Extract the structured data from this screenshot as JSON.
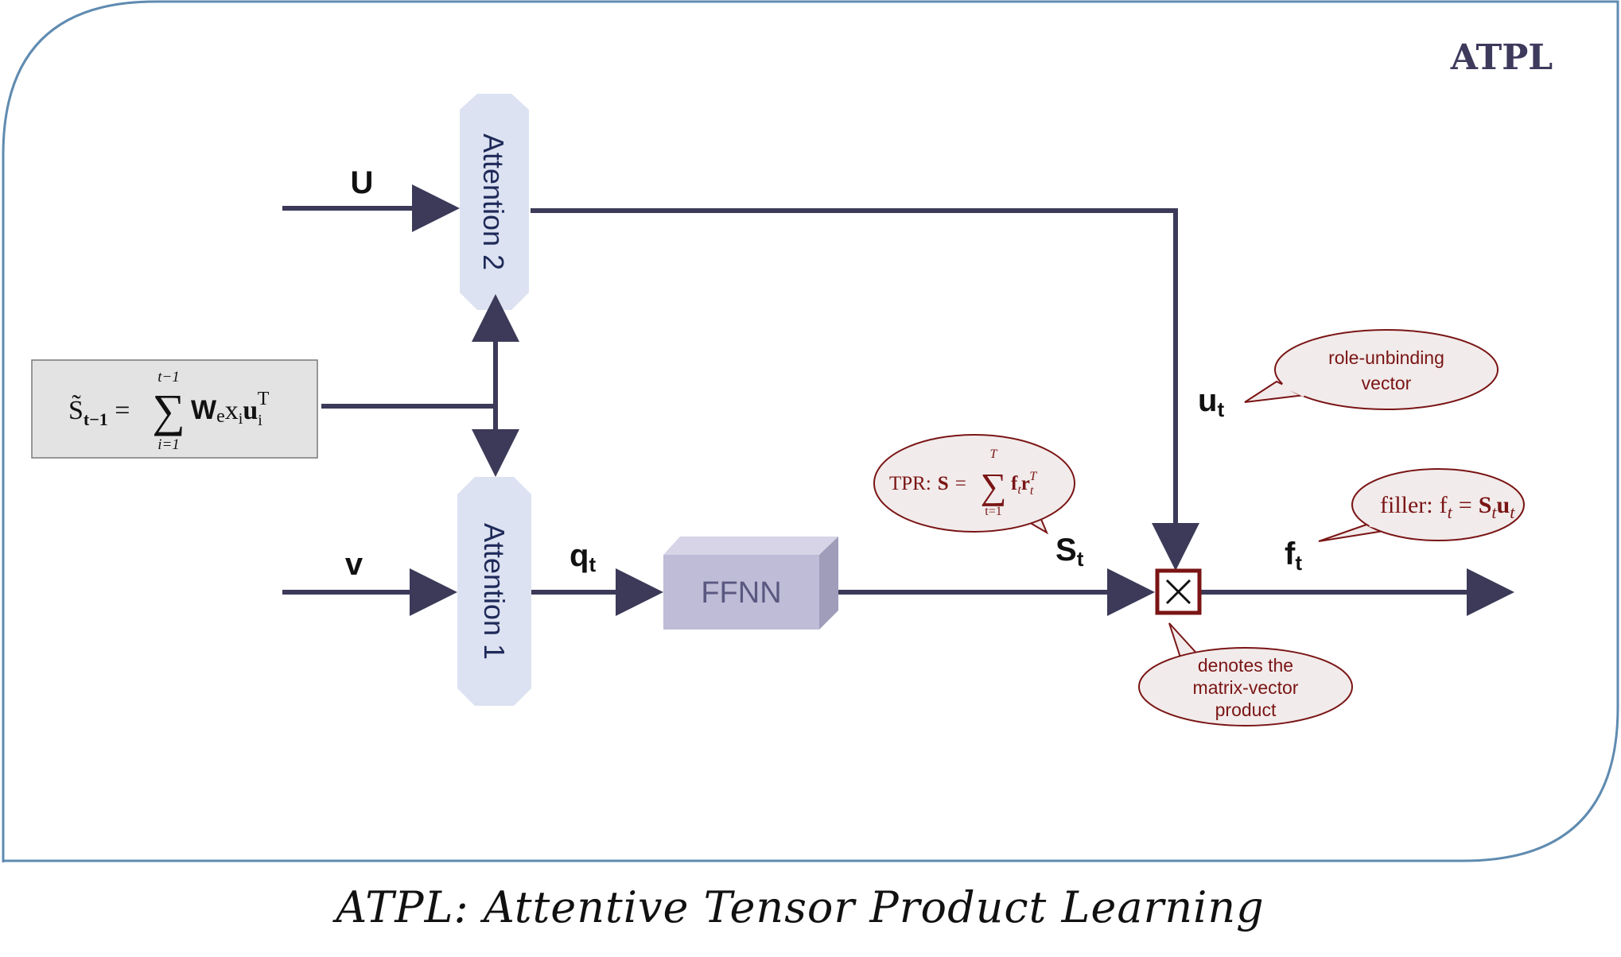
{
  "corner_title": "ATPL",
  "caption": "ATPL: Attentive Tensor Product Learning",
  "nodes": {
    "attention2": "Attention 2",
    "attention1": "Attention 1",
    "ffnn": "FFNN"
  },
  "inputs": {
    "U": "U",
    "v": "v"
  },
  "signals": {
    "q_main": "q",
    "q_sub": "t",
    "u_main": "u",
    "u_sub": "t",
    "S_main": "S",
    "S_sub": "t",
    "f_main": "f",
    "f_sub": "t"
  },
  "state_formula": {
    "lhs": "S̃",
    "lhs_sub": "t−1",
    "eq": "=",
    "sum_top": "t−1",
    "sum_bottom": "i=1",
    "w": "W",
    "w_sub": "e",
    "x": "x",
    "x_sub": "i",
    "u": "u",
    "u_sub": "i",
    "u_sup": "T"
  },
  "callouts": {
    "role_line1": "role-unbinding",
    "role_line2": "vector",
    "product_line1": "denotes the",
    "product_line2": "matrix-vector",
    "product_line3": "product",
    "tpr_prefix": "TPR:",
    "tpr_S": "S",
    "tpr_eq": "=",
    "tpr_sum_top": "T",
    "tpr_sum_bottom": "t=1",
    "tpr_f": "f",
    "tpr_f_sub": "t",
    "tpr_r": "r",
    "tpr_r_sub": "t",
    "tpr_r_sup": "T",
    "filler_prefix": "filler:",
    "filler_f": "f",
    "filler_f_sub": "t",
    "filler_eq": "=",
    "filler_S": "S",
    "filler_S_sub": "t",
    "filler_u": "u",
    "filler_u_sub": "t"
  },
  "colors": {
    "arrow": "#3c3a58",
    "attention_fill": "#dce2f1",
    "ffnn_front": "#bebcd6",
    "callout_fill": "#f2ebeb",
    "callout_stroke": "#7a1515",
    "frame_stroke": "#5f8bb0",
    "formula_box": "#e3e3e3"
  }
}
